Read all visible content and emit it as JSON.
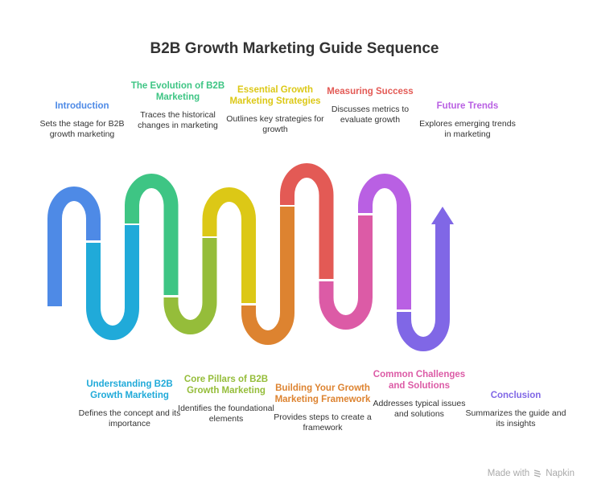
{
  "title": "B2B Growth Marketing Guide Sequence",
  "steps": [
    {
      "title": "Introduction",
      "desc": "Sets the stage for B2B growth marketing",
      "color": "#4e8ae6"
    },
    {
      "title": "Understanding B2B Growth Marketing",
      "desc": "Defines the concept and its importance",
      "color": "#20aad9"
    },
    {
      "title": "The Evolution of B2B Marketing",
      "desc": "Traces the historical changes in marketing",
      "color": "#3ec584"
    },
    {
      "title": "Core Pillars of B2B Growth Marketing",
      "desc": "Identifies the foundational elements",
      "color": "#95bd3a"
    },
    {
      "title": "Essential Growth Marketing Strategies",
      "desc": "Outlines key strategies for growth",
      "color": "#dcc816"
    },
    {
      "title": "Building Your Growth Marketing Framework",
      "desc": "Provides steps to create a framework",
      "color": "#dd8330"
    },
    {
      "title": "Measuring Success",
      "desc": "Discusses metrics to evaluate growth",
      "color": "#e35a55"
    },
    {
      "title": "Common Challenges and Solutions",
      "desc": "Addresses typical issues and solutions",
      "color": "#dc5ba6"
    },
    {
      "title": "Future Trends",
      "desc": "Explores emerging trends in marketing",
      "color": "#b960e3"
    },
    {
      "title": "Conclusion",
      "desc": "Summarizes the guide and its insights",
      "color": "#8067e6"
    }
  ],
  "watermark": {
    "prefix": "Made with",
    "brand": "Napkin"
  }
}
